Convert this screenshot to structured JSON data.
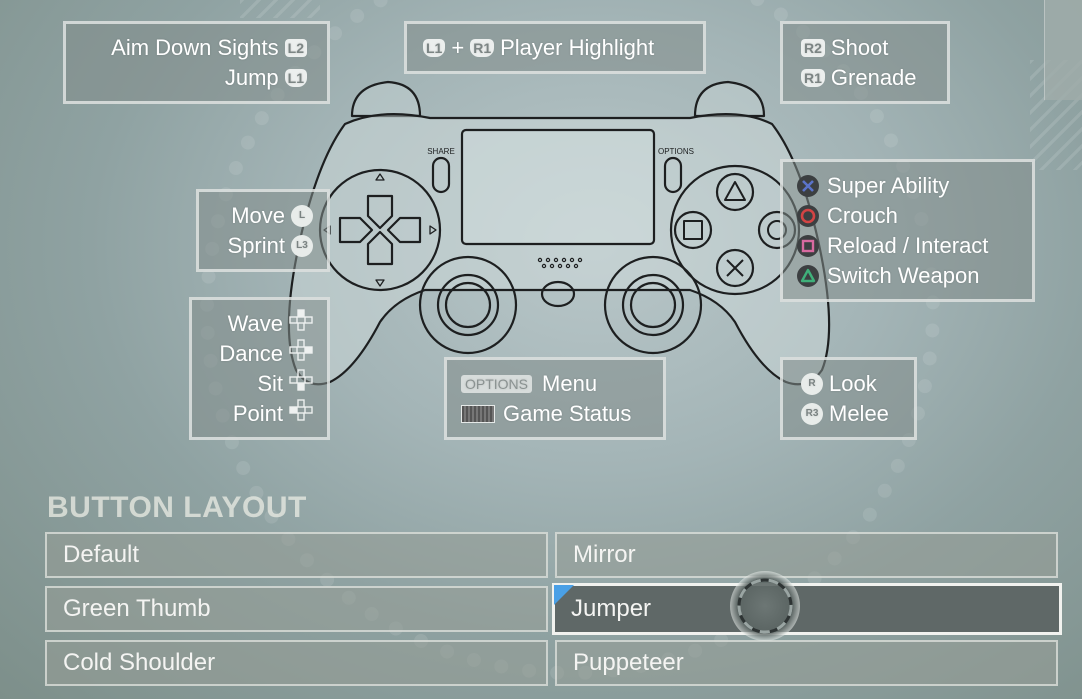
{
  "panels": {
    "aim": [
      {
        "label": "Aim Down Sights",
        "button": "L2"
      },
      {
        "label": "Jump",
        "button": "L1"
      }
    ],
    "highlight": {
      "button_a": "L1",
      "plus": "+",
      "button_b": "R1",
      "label": "Player Highlight"
    },
    "shoulder_right": [
      {
        "label": "Shoot",
        "button": "R2"
      },
      {
        "label": "Grenade",
        "button": "R1"
      }
    ],
    "left_stick": [
      {
        "label": "Move",
        "button": "L"
      },
      {
        "label": "Sprint",
        "button": "L3"
      }
    ],
    "face_buttons": [
      {
        "label": "Super Ability",
        "icon": "cross-icon",
        "color": "#5b73c9"
      },
      {
        "label": "Crouch",
        "icon": "circle-icon",
        "color": "#d44444"
      },
      {
        "label": "Reload / Interact",
        "icon": "square-icon",
        "color": "#d86aa0"
      },
      {
        "label": "Switch Weapon",
        "icon": "triangle-icon",
        "color": "#3fb07a"
      }
    ],
    "dpad": [
      {
        "label": "Wave",
        "direction": "up"
      },
      {
        "label": "Dance",
        "direction": "right"
      },
      {
        "label": "Sit",
        "direction": "down"
      },
      {
        "label": "Point",
        "direction": "left"
      }
    ],
    "center": [
      {
        "label": "Menu",
        "button": "OPTIONS"
      },
      {
        "label": "Game Status",
        "button": "touchpad"
      }
    ],
    "right_stick": [
      {
        "label": "Look",
        "button": "R"
      },
      {
        "label": "Melee",
        "button": "R3"
      }
    ]
  },
  "controller": {
    "share_label": "SHARE",
    "options_label": "OPTIONS"
  },
  "layout_section": {
    "title": "BUTTON LAYOUT",
    "options": [
      {
        "label": "Default",
        "selected": false
      },
      {
        "label": "Mirror",
        "selected": false
      },
      {
        "label": "Green Thumb",
        "selected": false
      },
      {
        "label": "Jumper",
        "selected": true
      },
      {
        "label": "Cold Shoulder",
        "selected": false
      },
      {
        "label": "Puppeteer",
        "selected": false
      }
    ]
  },
  "colors": {
    "selection_accent": "#4aa0e6"
  }
}
